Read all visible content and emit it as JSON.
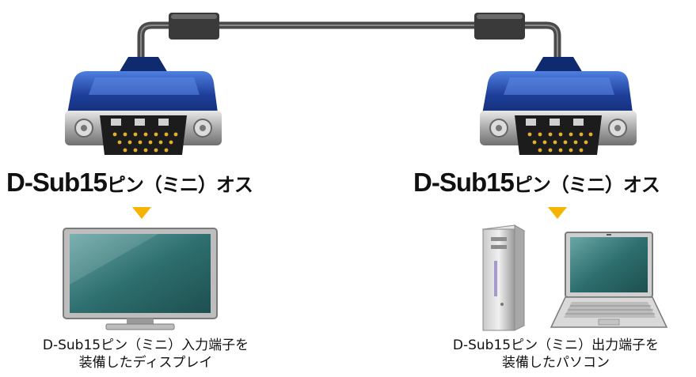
{
  "left": {
    "heading_main": "D-Sub15",
    "heading_sub": "ピン（ミニ）オス",
    "caption_line1": "D-Sub15ピン（ミニ）入力端子を",
    "caption_line2": "装備したディスプレイ"
  },
  "right": {
    "heading_main": "D-Sub15",
    "heading_sub": "ピン（ミニ）オス",
    "caption_line1": "D-Sub15ピン（ミニ）出力端子を",
    "caption_line2": "装備したパソコン"
  },
  "colors": {
    "connector_blue": "#1f3f9a",
    "cable_gray": "#555555",
    "arrow_yellow": "#f5b400",
    "screen_teal": "#2e6f6f"
  }
}
